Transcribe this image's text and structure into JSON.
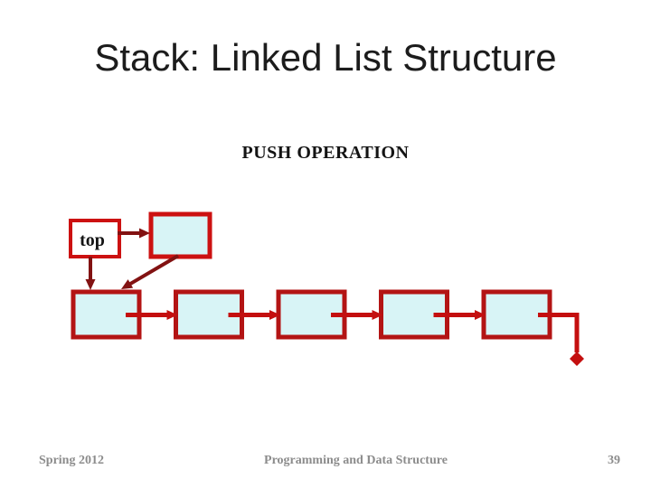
{
  "slide": {
    "title": "Stack: Linked List Structure",
    "subtitle": "PUSH OPERATION",
    "footer": {
      "date": "Spring 2012",
      "course": "Programming and Data Structure",
      "page_number": "39"
    }
  },
  "diagram": {
    "top_pointer_label": "top",
    "node_count": 5,
    "new_node_present": true,
    "null_terminator": "diamond"
  },
  "colors": {
    "title_text": "#1c1c1c",
    "subtitle_text": "#141414",
    "footer_text": "#8c8c8c",
    "top_label_text": "#141414",
    "pointer_box_border": "#cc1111",
    "pointer_box_fill": "#ffffff",
    "new_node_border": "#cc1111",
    "node_border": "#b31414",
    "node_fill": "#d8f4f6",
    "link_arrow": "#c40f0f",
    "push_arrow": "#821212"
  }
}
